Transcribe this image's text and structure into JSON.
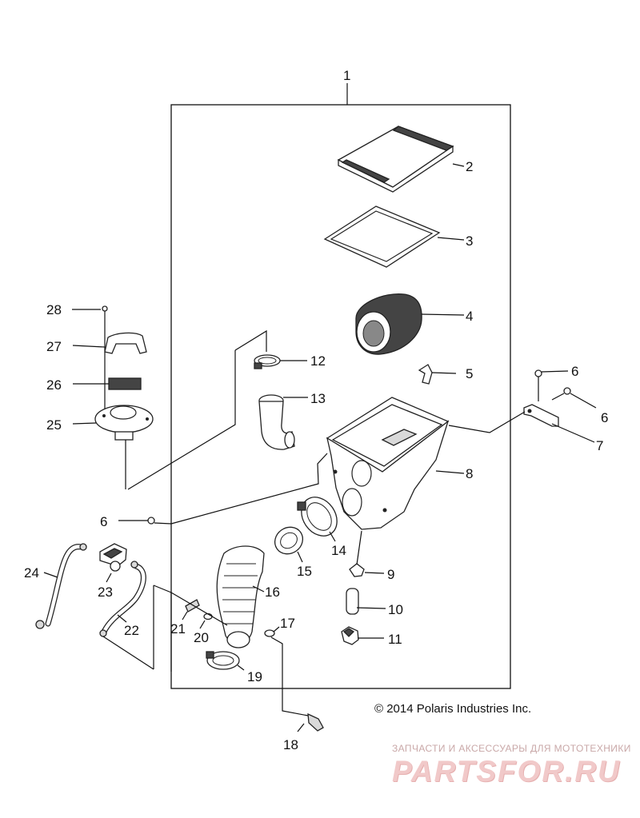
{
  "copyright": "© 2014 Polaris Industries Inc.",
  "watermark": {
    "subtitle": "ЗАПЧАСТИ И АКСЕССУАРЫ ДЛЯ МОТОТЕХНИКИ",
    "brand": "PARTSFOR.RU"
  },
  "callouts": [
    {
      "id": "1",
      "label": "1"
    },
    {
      "id": "2",
      "label": "2"
    },
    {
      "id": "3",
      "label": "3"
    },
    {
      "id": "4",
      "label": "4"
    },
    {
      "id": "5",
      "label": "5"
    },
    {
      "id": "6a",
      "label": "6"
    },
    {
      "id": "6b",
      "label": "6"
    },
    {
      "id": "6c",
      "label": "6"
    },
    {
      "id": "7",
      "label": "7"
    },
    {
      "id": "8",
      "label": "8"
    },
    {
      "id": "9",
      "label": "9"
    },
    {
      "id": "10",
      "label": "10"
    },
    {
      "id": "11",
      "label": "11"
    },
    {
      "id": "12",
      "label": "12"
    },
    {
      "id": "13",
      "label": "13"
    },
    {
      "id": "14",
      "label": "14"
    },
    {
      "id": "15",
      "label": "15"
    },
    {
      "id": "16",
      "label": "16"
    },
    {
      "id": "17",
      "label": "17"
    },
    {
      "id": "18",
      "label": "18"
    },
    {
      "id": "19",
      "label": "19"
    },
    {
      "id": "20",
      "label": "20"
    },
    {
      "id": "21",
      "label": "21"
    },
    {
      "id": "22",
      "label": "22"
    },
    {
      "id": "23",
      "label": "23"
    },
    {
      "id": "24",
      "label": "24"
    },
    {
      "id": "25",
      "label": "25"
    },
    {
      "id": "26",
      "label": "26"
    },
    {
      "id": "27",
      "label": "27"
    },
    {
      "id": "28",
      "label": "28"
    }
  ]
}
